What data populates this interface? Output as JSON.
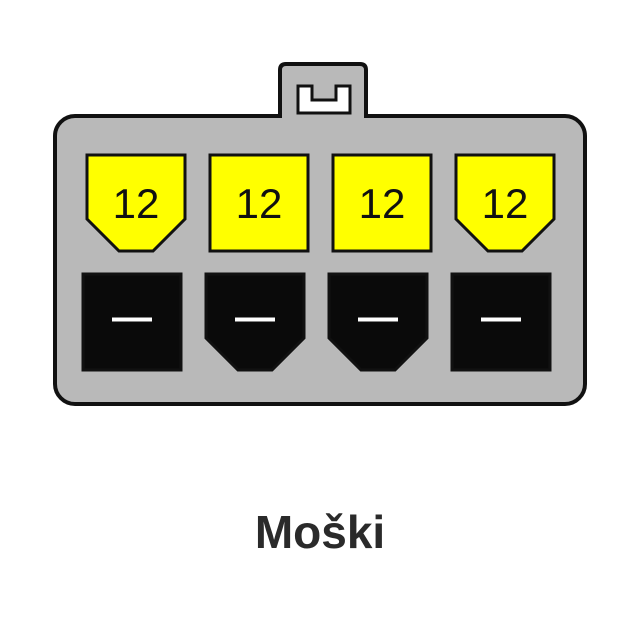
{
  "colors": {
    "housing": "#b9b9b9",
    "outline": "#111111",
    "voltage_pin": "#ffff00",
    "ground_pin": "#0a0a0a",
    "ground_mark": "#ffffff"
  },
  "top_row": [
    {
      "label": "12",
      "shape": "chamfered-bottom",
      "color": "yellow"
    },
    {
      "label": "12",
      "shape": "square",
      "color": "yellow"
    },
    {
      "label": "12",
      "shape": "square",
      "color": "yellow"
    },
    {
      "label": "12",
      "shape": "chamfered-bottom",
      "color": "yellow"
    }
  ],
  "bottom_row": [
    {
      "label": "—",
      "shape": "square",
      "color": "black"
    },
    {
      "label": "—",
      "shape": "chamfered-bottom",
      "color": "black"
    },
    {
      "label": "—",
      "shape": "chamfered-bottom",
      "color": "black"
    },
    {
      "label": "—",
      "shape": "square",
      "color": "black"
    }
  ],
  "caption": "Moški"
}
